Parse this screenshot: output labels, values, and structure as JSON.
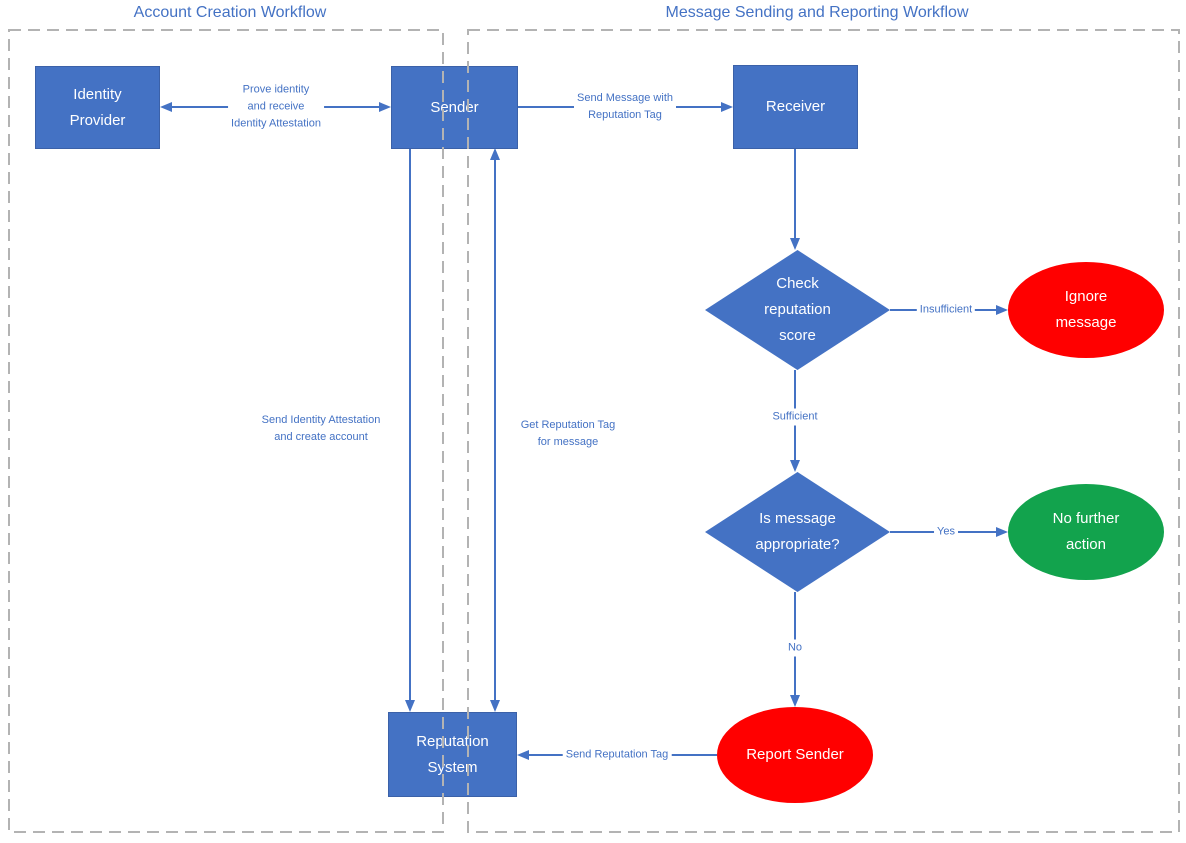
{
  "diagram": {
    "lane1_title": "Account Creation Workflow",
    "lane2_title": "Message Sending and Reporting Workflow"
  },
  "nodes": {
    "identity_provider": "Identity\nProvider",
    "sender": "Sender",
    "receiver": "Receiver",
    "reputation_system": "Reputation\nSystem",
    "check_reputation_score": "Check\nreputation\nscore",
    "is_message_appropriate": "Is message\nappropriate?",
    "ignore_message": "Ignore\nmessage",
    "no_further_action": "No further\naction",
    "report_sender": "Report Sender"
  },
  "edge_labels": {
    "prove_identity": "Prove identity\nand receive\nIdentity Attestation",
    "send_message": "Send Message with\nReputation Tag",
    "insufficient": "Insufficient",
    "sufficient": "Sufficient",
    "yes": "Yes",
    "no": "No",
    "send_identity_attestation": "Send Identity Attestation\nand create account",
    "get_reputation_tag": "Get Reputation Tag\nfor message",
    "send_reputation_tag": "Send Reputation Tag"
  },
  "colors": {
    "node_blue": "#4472C4",
    "terminal_red": "#FF0000",
    "terminal_green": "#12A34D",
    "connector_blue": "#4472C4",
    "label_blue": "#4472C4",
    "title_blue": "#4472C4",
    "lane_border_gray": "#B3B3B3"
  }
}
